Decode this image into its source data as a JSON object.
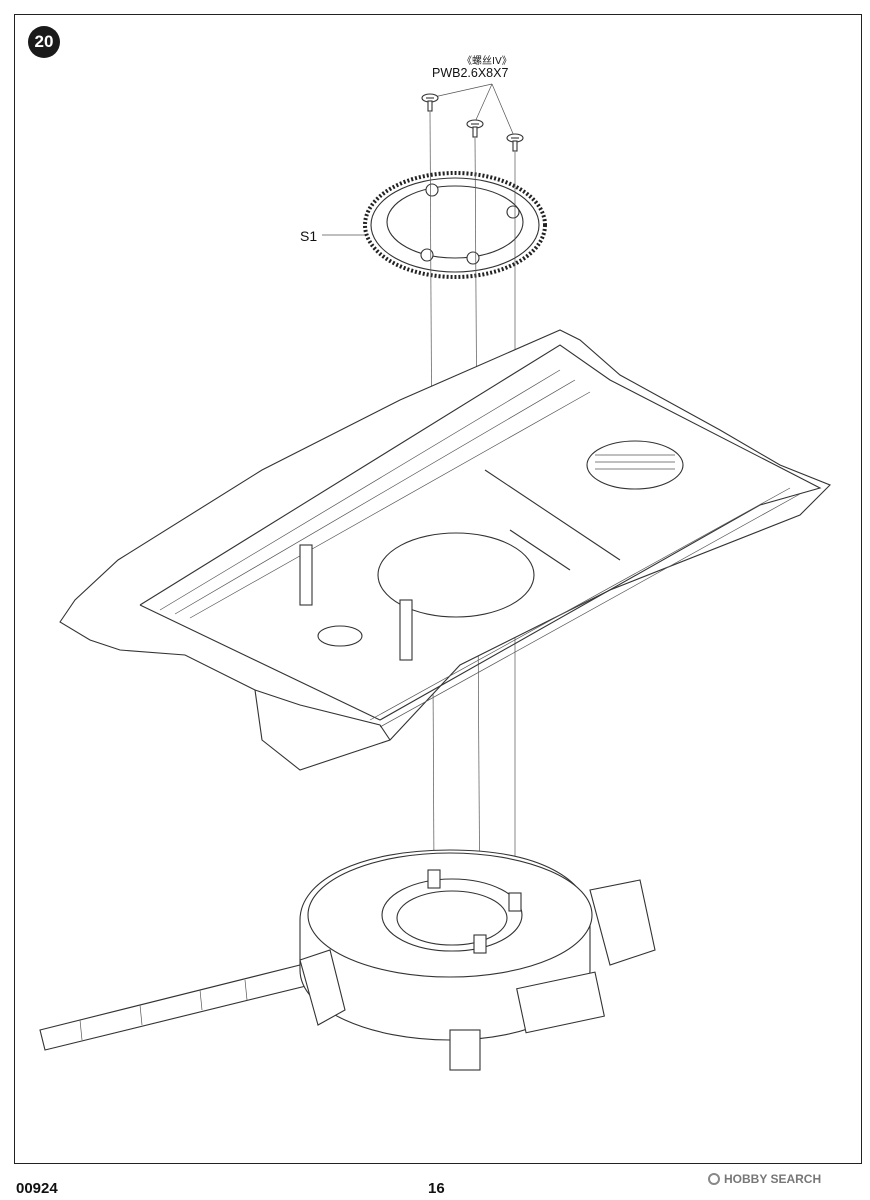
{
  "step": {
    "number": "20"
  },
  "screw": {
    "name_cn": "《螺丝IV》",
    "code": "PWB2.6X8X7"
  },
  "parts": {
    "ring_label": "S1"
  },
  "footer": {
    "product_code": "00924",
    "page_number": "16"
  },
  "watermark": {
    "text": "HOBBY SEARCH"
  }
}
